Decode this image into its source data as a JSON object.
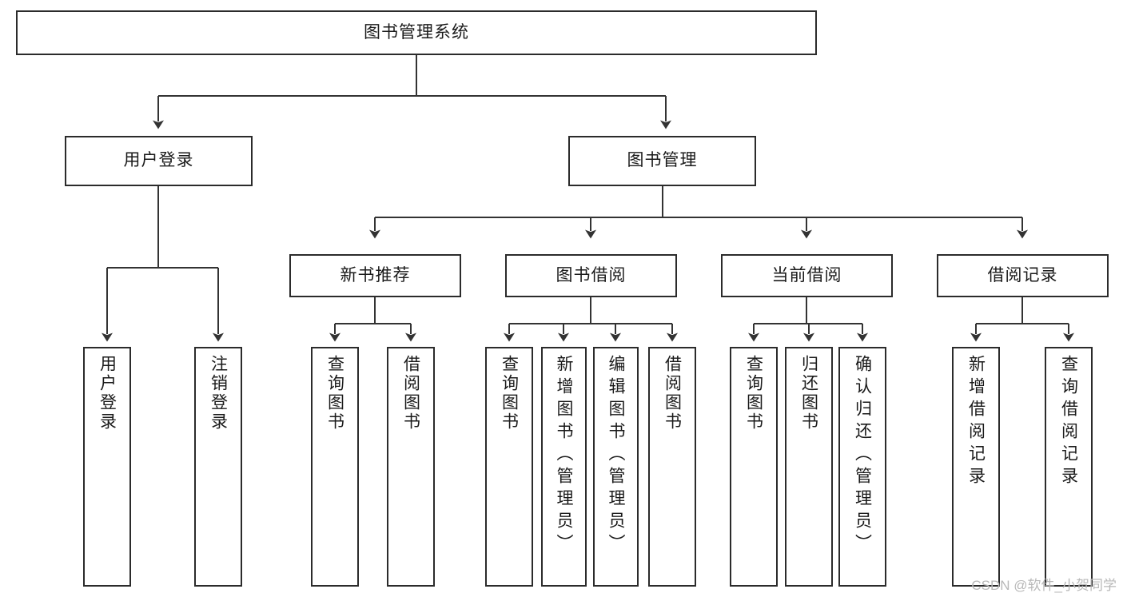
{
  "diagram": {
    "title": "图书管理系统",
    "type": "tree",
    "watermark": "CSDN @软件_小贺同学",
    "colors": {
      "node_border": "#2b2b2b",
      "node_fill": "#ffffff",
      "connector": "#333333",
      "text": "#1a1a1a",
      "watermark": "#b8b8b8"
    },
    "nodes": {
      "root": {
        "label": "图书管理系统"
      },
      "level2": [
        {
          "id": "user-login",
          "label": "用户登录"
        },
        {
          "id": "book-manage",
          "label": "图书管理"
        }
      ],
      "level3": [
        {
          "id": "new-book-recommend",
          "label": "新书推荐"
        },
        {
          "id": "book-borrow",
          "label": "图书借阅"
        },
        {
          "id": "current-borrow",
          "label": "当前借阅"
        },
        {
          "id": "borrow-record",
          "label": "借阅记录"
        }
      ],
      "leaves": {
        "user-login": [
          {
            "id": "leaf-user-login",
            "label": "用户登录"
          },
          {
            "id": "leaf-logout-login",
            "label": "注销登录"
          }
        ],
        "new-book-recommend": [
          {
            "id": "leaf-query-book-1",
            "label": "查询图书"
          },
          {
            "id": "leaf-borrow-book-1",
            "label": "借阅图书"
          }
        ],
        "book-borrow": [
          {
            "id": "leaf-query-book-2",
            "label": "查询图书"
          },
          {
            "id": "leaf-add-book-admin",
            "label": "新增图书（管理员）"
          },
          {
            "id": "leaf-edit-book-admin",
            "label": "编辑图书（管理员）"
          },
          {
            "id": "leaf-borrow-book-2",
            "label": "借阅图书"
          }
        ],
        "current-borrow": [
          {
            "id": "leaf-query-book-3",
            "label": "查询图书"
          },
          {
            "id": "leaf-return-book",
            "label": "归还图书"
          },
          {
            "id": "leaf-confirm-return-admin",
            "label": "确认归还（管理员）"
          }
        ],
        "borrow-record": [
          {
            "id": "leaf-add-borrow-record",
            "label": "新增借阅记录"
          },
          {
            "id": "leaf-query-borrow-record",
            "label": "查询借阅记录"
          }
        ]
      }
    }
  }
}
